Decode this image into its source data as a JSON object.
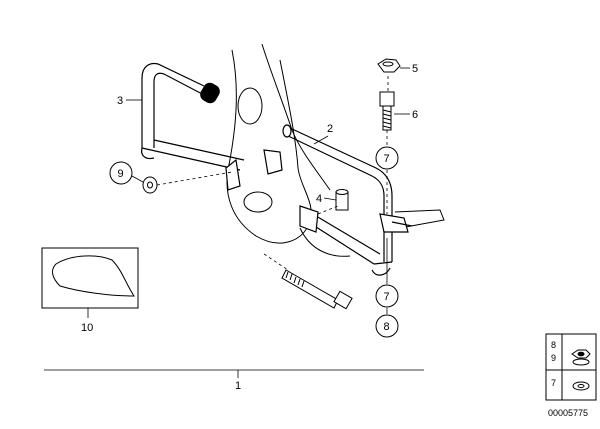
{
  "diagram": {
    "callouts": {
      "c1": "1",
      "c2": "2",
      "c3": "3",
      "c4": "4",
      "c5": "5",
      "c6": "6",
      "c7_upper": "7",
      "c7_lower": "7",
      "c8": "8",
      "c9": "9",
      "c10": "10"
    },
    "legend": {
      "row1_numbers": "8\n9",
      "row1_n8": "8",
      "row1_n9": "9",
      "row2_number": "7"
    },
    "image_code": "00005775"
  },
  "colors": {
    "line": "#000000",
    "background": "#ffffff",
    "shade": "#d9d9d9"
  }
}
